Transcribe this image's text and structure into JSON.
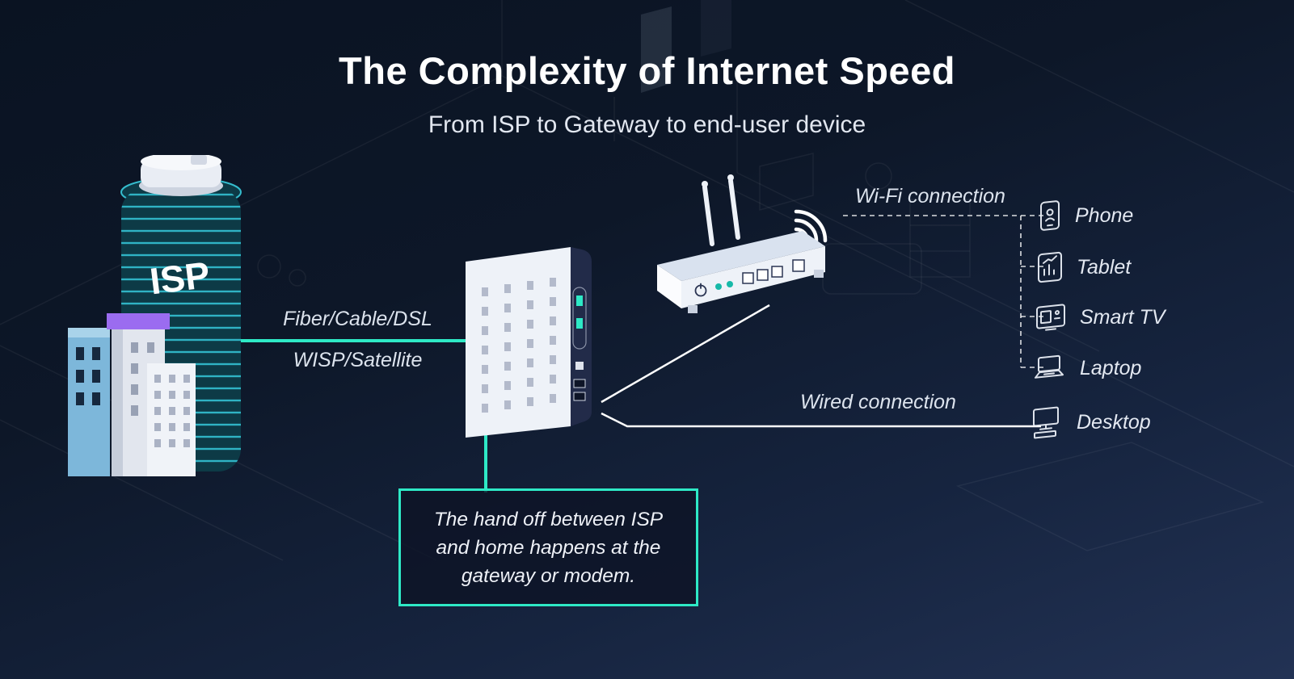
{
  "header": {
    "title": "The Complexity of Internet Speed",
    "subtitle": "From ISP to Gateway to end-user device"
  },
  "isp": {
    "building_label": "ISP"
  },
  "links": {
    "fiber_label": "Fiber/Cable/DSL",
    "wisp_label": "WISP/Satellite",
    "wifi_label": "Wi-Fi connection",
    "wired_label": "Wired connection"
  },
  "devices": [
    {
      "label": "Phone",
      "icon": "phone-icon",
      "connection": "wifi"
    },
    {
      "label": "Tablet",
      "icon": "tablet-icon",
      "connection": "wifi"
    },
    {
      "label": "Smart TV",
      "icon": "smart-tv-icon",
      "connection": "wifi"
    },
    {
      "label": "Laptop",
      "icon": "laptop-icon",
      "connection": "wifi"
    },
    {
      "label": "Desktop",
      "icon": "desktop-icon",
      "connection": "wired"
    }
  ],
  "callout": {
    "lines": [
      "The hand off between ISP",
      "and home happens at the",
      "gateway or modem."
    ]
  },
  "colors": {
    "accent_teal": "#2ee9c6",
    "isp_stripe": "#2fb3c4",
    "purple_accent": "#9b6cf0",
    "blue_building": "#7db7da",
    "line_white": "#ffffff",
    "background_dark": "#0c1526"
  }
}
